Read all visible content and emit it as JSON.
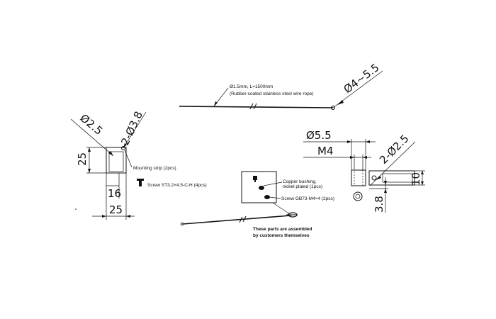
{
  "wire": {
    "spec_line1": "Ø1.5mm, L=1500mm",
    "spec_line2": "(Rubber-coated stainless steel wire rope)",
    "loop_dim": "Ø4~5.5"
  },
  "left_bracket": {
    "hole_dim": "Ø2.5",
    "holes_dim": "2-Ø3.8",
    "height_dim": "25",
    "inner_dim": "16",
    "width_dim": "25",
    "mount_label": "Mounting strip (2pcs)",
    "screw_label": "Screw ST3.2×4.5-C-H (4pcs)"
  },
  "right_bracket": {
    "outer_dim": "Ø5.5",
    "thread_dim": "M4",
    "holes_dim": "2-Ø2.5",
    "height_dim": "10",
    "bottom_dim": "3.8"
  },
  "detail": {
    "bushing_label_1": "Copper bushing,",
    "bushing_label_2": "nickel plated (1pcs)",
    "screw_label": "Screw GB73-M4×4 (2pcs)",
    "assembly_note_1": "These parts are assembled",
    "assembly_note_2": "by customers themselves"
  }
}
